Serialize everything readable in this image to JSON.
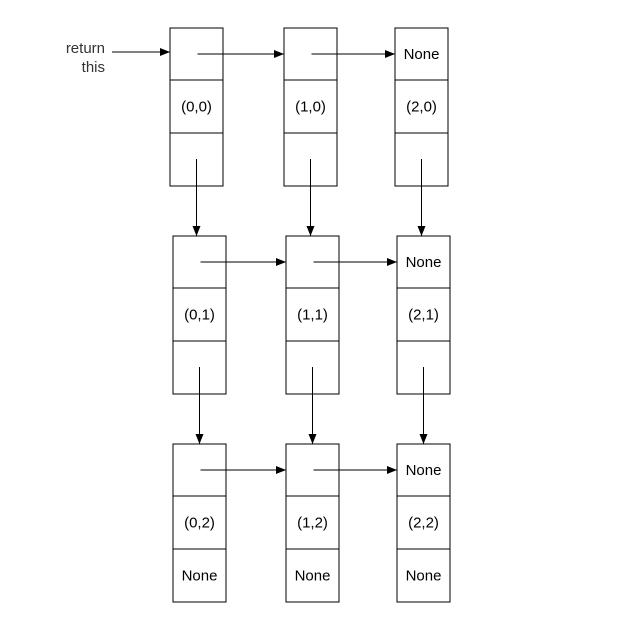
{
  "return_label": [
    "return",
    "this"
  ],
  "grid": [
    [
      {
        "coord": "(0,0)",
        "next": "",
        "down": ""
      },
      {
        "coord": "(1,0)",
        "next": "",
        "down": ""
      },
      {
        "coord": "(2,0)",
        "next": "None",
        "down": ""
      }
    ],
    [
      {
        "coord": "(0,1)",
        "next": "",
        "down": ""
      },
      {
        "coord": "(1,1)",
        "next": "",
        "down": ""
      },
      {
        "coord": "(2,1)",
        "next": "None",
        "down": ""
      }
    ],
    [
      {
        "coord": "(0,2)",
        "next": "",
        "down": "None"
      },
      {
        "coord": "(1,2)",
        "next": "",
        "down": "None"
      },
      {
        "coord": "(2,2)",
        "next": "None",
        "down": "None"
      }
    ]
  ]
}
